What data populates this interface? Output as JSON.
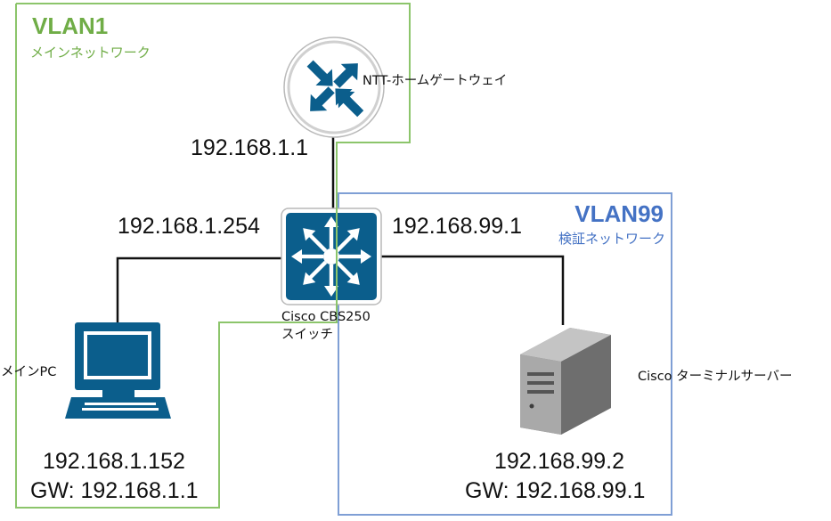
{
  "vlans": {
    "vlan1": {
      "title": "VLAN1",
      "subtitle": "メインネットワーク",
      "color": "#70ad47"
    },
    "vlan99": {
      "title": "VLAN99",
      "subtitle": "検証ネットワーク",
      "color": "#4472c4"
    }
  },
  "devices": {
    "router": {
      "label": "NTT-ホームゲートウェイ",
      "icon": "router-icon",
      "color": "#0b5e8c"
    },
    "switch": {
      "label_line1": "Cisco CBS250",
      "label_line2": "スイッチ",
      "icon": "switch-icon",
      "color": "#0b5e8c"
    },
    "pc": {
      "label": "メインPC",
      "icon": "pc-icon",
      "ip": "192.168.1.152",
      "gateway": "GW: 192.168.1.1"
    },
    "server": {
      "label": "Cisco ターミナルサーバー",
      "icon": "server-icon",
      "ip": "192.168.99.2",
      "gateway": "GW: 192.168.99.1"
    }
  },
  "links": {
    "router_switch_ip": "192.168.1.1",
    "switch_pc_ip": "192.168.1.254",
    "switch_server_ip": "192.168.99.1"
  }
}
